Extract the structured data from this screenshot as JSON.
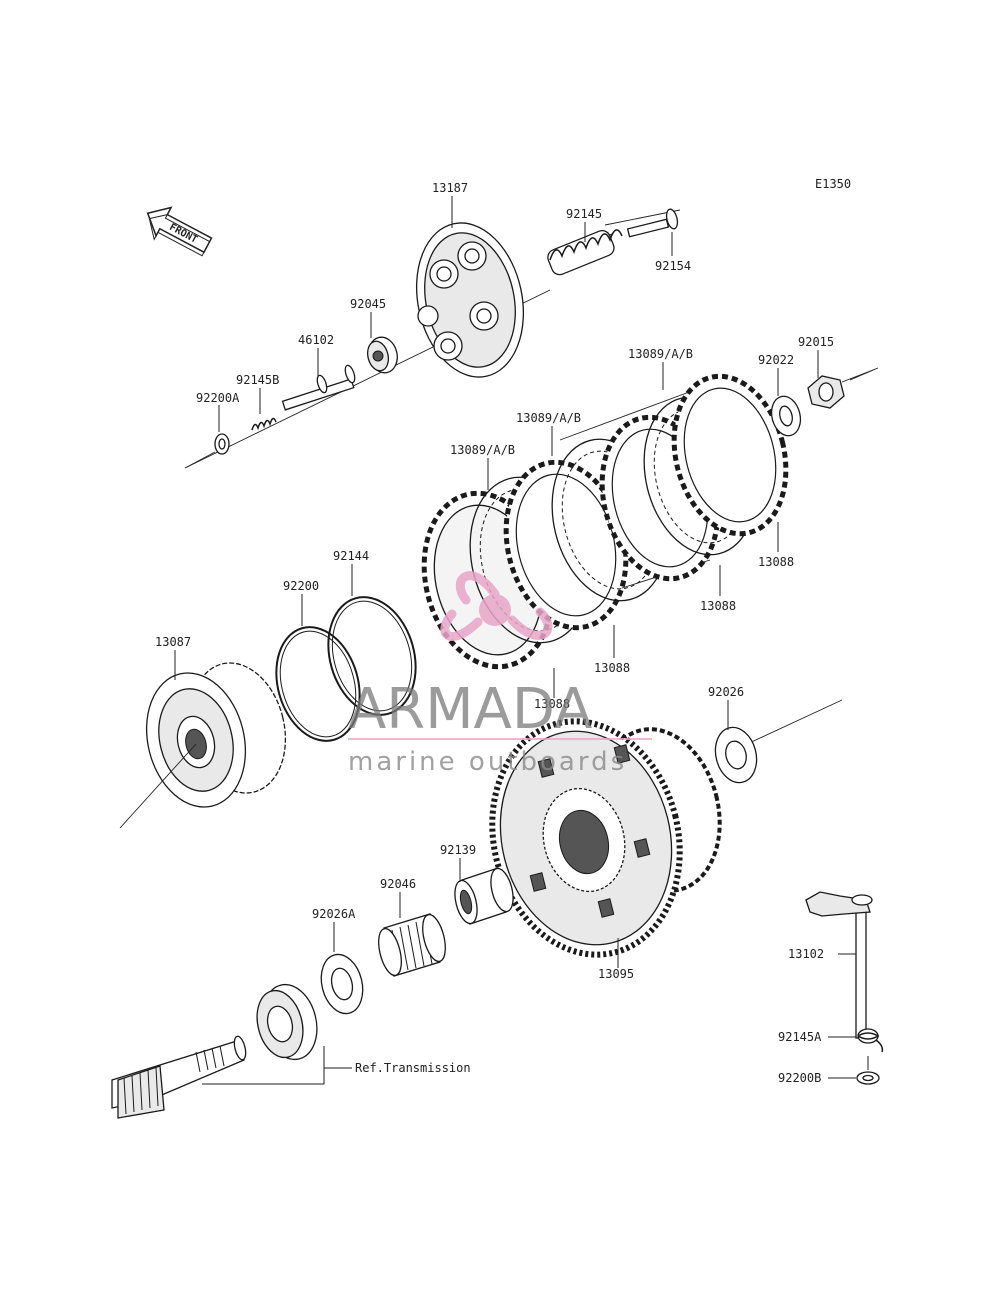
{
  "diagram_code": "E1350",
  "front_label": "FRONT",
  "watermark": {
    "brand": "ARMADA",
    "tagline": "marine outboards",
    "accent_color": "#e8a6c8"
  },
  "parts": {
    "p13187": "13187",
    "p92145": "92145",
    "p92154": "92154",
    "p92045": "92045",
    "p46102": "46102",
    "p92145B": "92145B",
    "p92200A": "92200A",
    "p13089_1": "13089/A/B",
    "p13089_2": "13089/A/B",
    "p13089_3": "13089/A/B",
    "p92022": "92022",
    "p92015": "92015",
    "p13088_1": "13088",
    "p13088_2": "13088",
    "p13088_3": "13088",
    "p13088_4": "13088",
    "p92144": "92144",
    "p92200": "92200",
    "p13087": "13087",
    "p92026": "92026",
    "p92139": "92139",
    "p92046": "92046",
    "p92026A": "92026A",
    "p13095": "13095",
    "p13102": "13102",
    "p92145A": "92145A",
    "p92200B": "92200B",
    "ref_transmission": "Ref.Transmission"
  }
}
